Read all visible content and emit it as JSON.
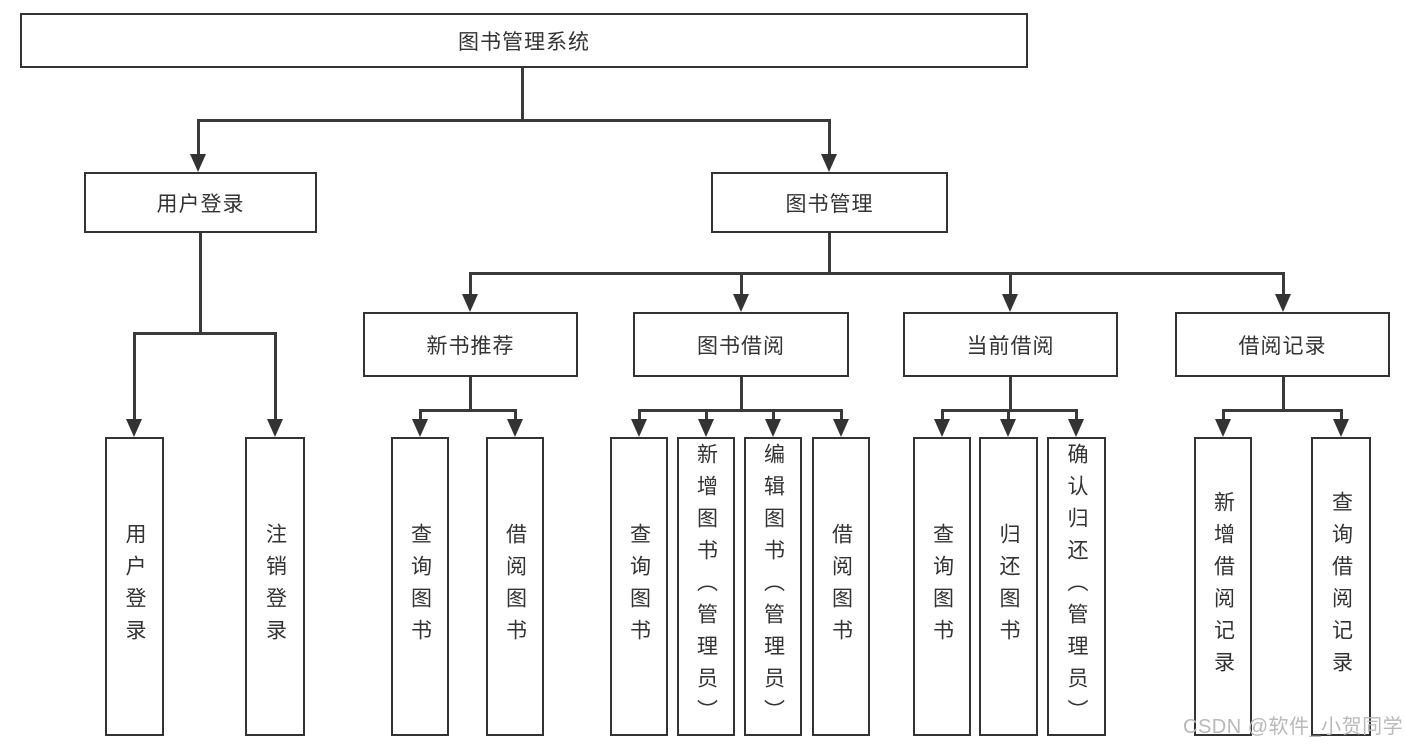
{
  "diagram": {
    "title_node": "图书管理系统",
    "colors": {
      "line": "#3a3a3a",
      "border": "#333333",
      "text": "#333333",
      "background": "#ffffff",
      "watermark": "#b9b9b9"
    },
    "root": {
      "label": "图书管理系统"
    },
    "branches": [
      {
        "label": "用户登录",
        "children": [
          {
            "label": "用户登录"
          },
          {
            "label": "注销登录"
          }
        ]
      },
      {
        "label": "图书管理",
        "children": [
          {
            "label": "新书推荐",
            "children": [
              {
                "label": "查询图书"
              },
              {
                "label": "借阅图书"
              }
            ]
          },
          {
            "label": "图书借阅",
            "children": [
              {
                "label": "查询图书"
              },
              {
                "label": "新增图书（管理员）"
              },
              {
                "label": "编辑图书（管理员）"
              },
              {
                "label": "借阅图书"
              }
            ]
          },
          {
            "label": "当前借阅",
            "children": [
              {
                "label": "查询图书"
              },
              {
                "label": "归还图书"
              },
              {
                "label": "确认归还（管理员）"
              }
            ]
          },
          {
            "label": "借阅记录",
            "children": [
              {
                "label": "新增借阅记录"
              },
              {
                "label": "查询借阅记录"
              }
            ]
          }
        ]
      }
    ],
    "watermark": "CSDN @软件_小贺同学"
  }
}
